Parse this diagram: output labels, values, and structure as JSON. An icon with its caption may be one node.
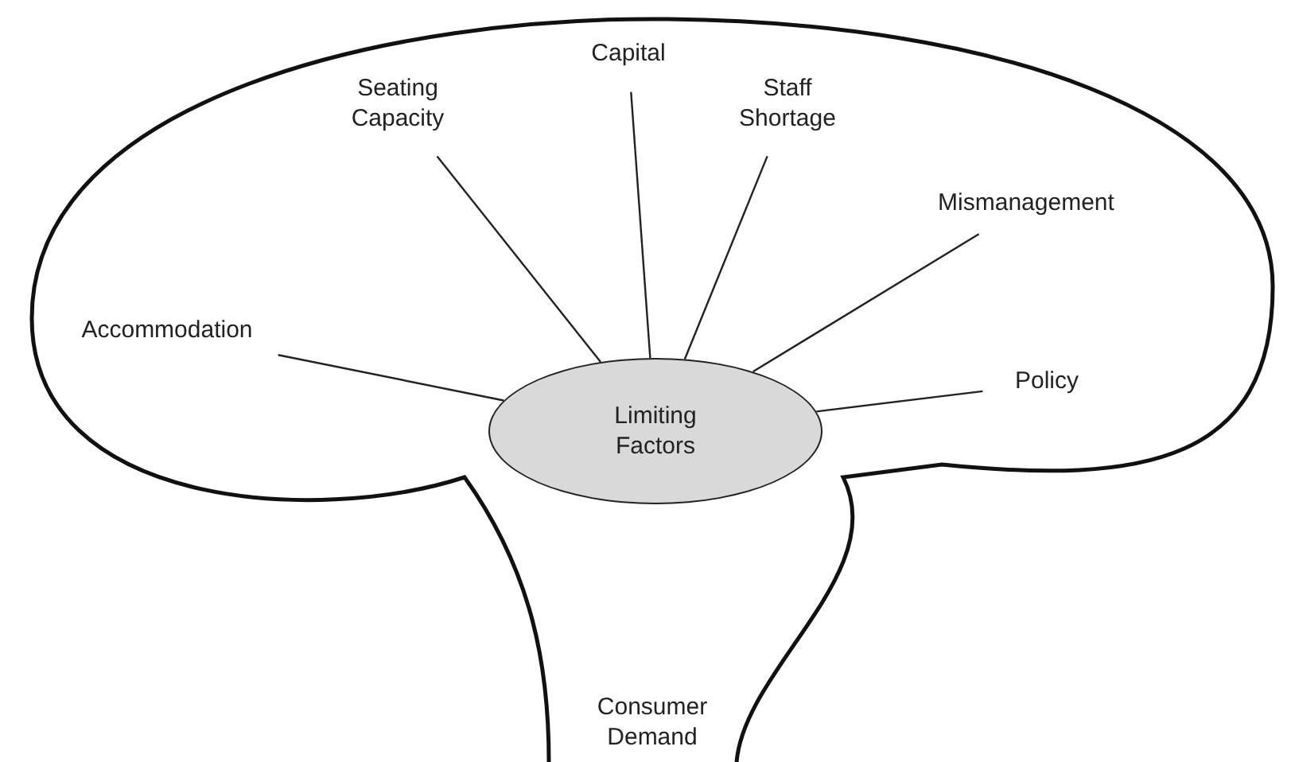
{
  "diagram": {
    "nodes": [
      {
        "text": [
          "Consumer Demand"
        ]
      },
      {
        "text": [
          "Limiting Factors"
        ],
        "in": 0
      },
      {
        "text": [
          "Capital"
        ],
        "in": 0
      },
      {
        "text": [
          "Seating Capacity"
        ],
        "in": 0
      },
      {
        "text": [
          "Staff Shortage"
        ],
        "in": 0
      },
      {
        "text": [
          "Mismanagement"
        ],
        "in": 0
      },
      {
        "text": [
          "Accommodation"
        ],
        "in": 0
      },
      {
        "text": [
          "Policy"
        ],
        "in": 0
      }
    ],
    "edges": [
      {
        "from": 1,
        "to": 2,
        "arrow": "none"
      },
      {
        "from": 1,
        "to": 3,
        "arrow": "none"
      },
      {
        "from": 1,
        "to": 4,
        "arrow": "none"
      },
      {
        "from": 1,
        "to": 5,
        "arrow": "none"
      },
      {
        "from": 1,
        "to": 6,
        "arrow": "none"
      },
      {
        "from": 1,
        "to": 7,
        "arrow": "none"
      }
    ]
  }
}
